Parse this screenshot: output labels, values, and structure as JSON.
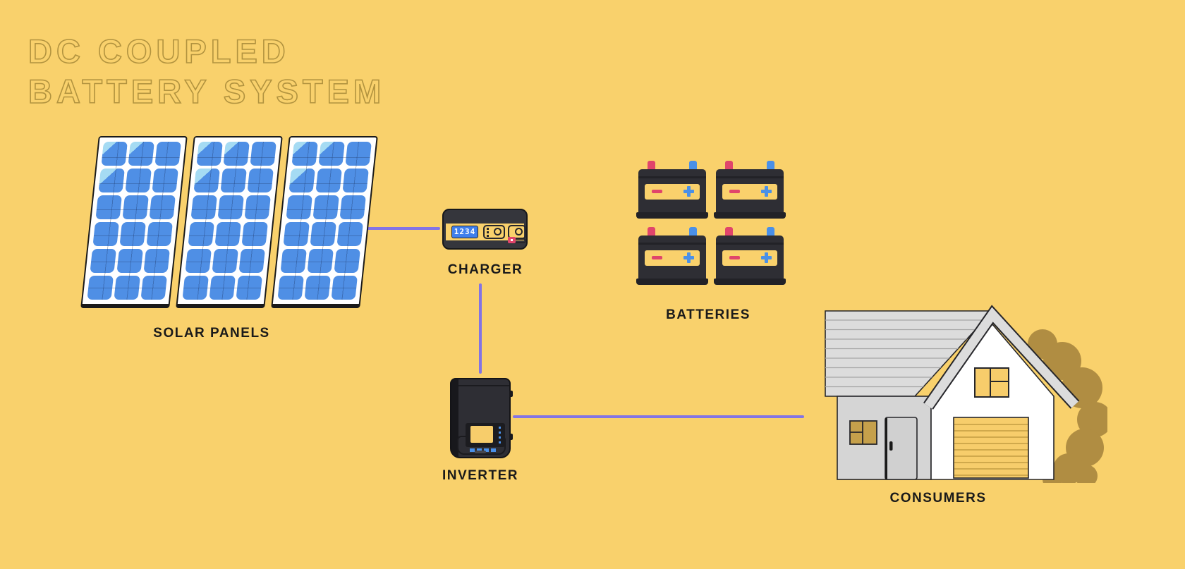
{
  "title": {
    "line1": "DC COUPLED",
    "line2": "BATTERY SYSTEM"
  },
  "nodes": {
    "solar_panels": {
      "label": "SOLAR PANELS",
      "panel_count": 3,
      "cell_rows": 6,
      "cell_cols": 3,
      "highlight_cells": [
        [
          0,
          0
        ],
        [
          0,
          1
        ]
      ],
      "highlight_cells_large": [
        [
          1,
          0
        ]
      ]
    },
    "charger": {
      "label": "CHARGER",
      "display_value": "1234"
    },
    "batteries": {
      "label": "BATTERIES",
      "count": 4
    },
    "inverter": {
      "label": "INVERTER"
    },
    "consumers": {
      "label": "CONSUMERS"
    }
  },
  "connections": [
    {
      "from": "solar_panels",
      "to": "charger"
    },
    {
      "from": "charger",
      "to": "inverter"
    },
    {
      "from": "inverter",
      "to": "consumers"
    }
  ],
  "colors": {
    "bg": "#F9D16C",
    "accent_line": "#8474E4",
    "text": "#1A1A1A",
    "title_outline": "#B2933F",
    "panel_cell_blue": "#4F8FE5",
    "panel_cell_highlight": "#A5DBF3",
    "device_dark": "#2E2E34",
    "battery_red": "#E0456B",
    "battery_blue": "#4A90E8",
    "display_blue": "#3F7FEC",
    "house_gray": "#D5D5D5",
    "roof_gray": "#DCDCDC",
    "house_white": "#FFFFFF",
    "window_yellow": "#F7CD6B",
    "window_olive": "#C5A04B",
    "tree_olive": "#B08D42"
  }
}
